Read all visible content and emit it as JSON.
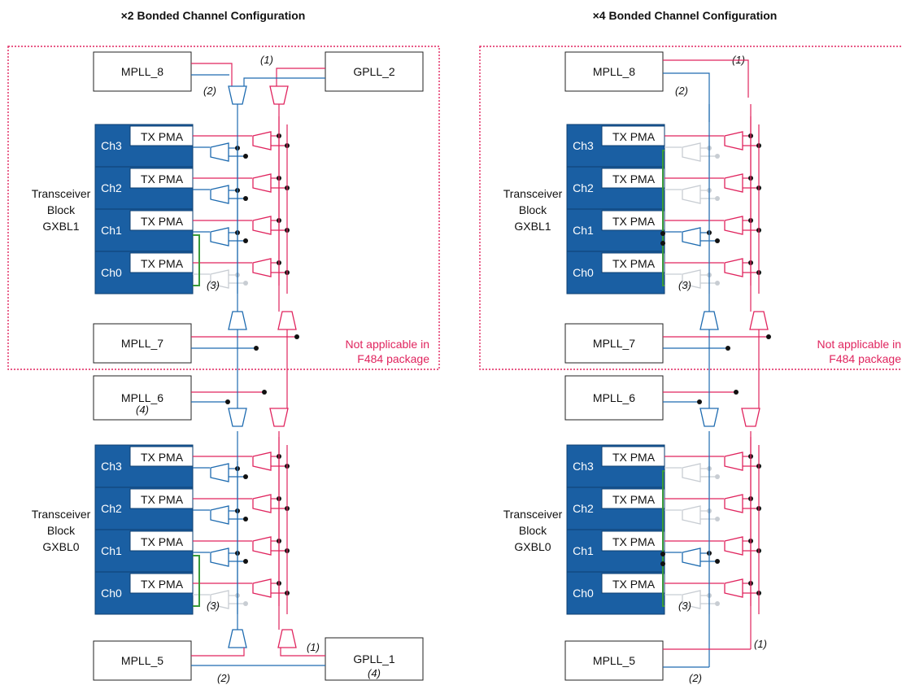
{
  "panels": [
    {
      "title": "×2 Bonded Channel Configuration",
      "boxes": {
        "top_left": "MPLL_8",
        "top_right": "GPLL_2",
        "mid": "MPLL_7",
        "mid2": "MPLL_6",
        "mid2_note": "(4)",
        "bot_left": "MPLL_5",
        "bot_right": "GPLL_1",
        "bot_right_note": "(4)"
      },
      "notes": {
        "n1_top": "(1)",
        "n2_top": "(2)",
        "n1_bot": "(1)",
        "n2_bot": "(2)",
        "n3": "(3)"
      },
      "not_applicable": [
        "Not applicable in",
        "F484 package"
      ],
      "blocks": [
        {
          "name": [
            "Transceiver",
            "Block",
            "GXBL1"
          ],
          "channels": [
            "Ch3",
            "Ch2",
            "Ch1",
            "Ch0"
          ],
          "pma": "TX PMA"
        },
        {
          "name": [
            "Transceiver",
            "Block",
            "GXBL0"
          ],
          "channels": [
            "Ch3",
            "Ch2",
            "Ch1",
            "Ch0"
          ],
          "pma": "TX PMA"
        }
      ]
    },
    {
      "title": "×4 Bonded Channel Configuration",
      "boxes": {
        "top_left": "MPLL_8",
        "mid": "MPLL_7",
        "mid2": "MPLL_6",
        "bot_left": "MPLL_5"
      },
      "notes": {
        "n1_top": "(1)",
        "n2_top": "(2)",
        "n1_bot": "(1)",
        "n2_bot": "(2)",
        "n3": "(3)"
      },
      "not_applicable": [
        "Not applicable in",
        "F484 package"
      ],
      "blocks": [
        {
          "name": [
            "Transceiver",
            "Block",
            "GXBL1"
          ],
          "channels": [
            "Ch3",
            "Ch2",
            "Ch1",
            "Ch0"
          ],
          "pma": "TX PMA"
        },
        {
          "name": [
            "Transceiver",
            "Block",
            "GXBL0"
          ],
          "channels": [
            "Ch3",
            "Ch2",
            "Ch1",
            "Ch0"
          ],
          "pma": "TX PMA"
        }
      ]
    }
  ],
  "colors": {
    "blue_block": "#1a5fa3",
    "blue_line": "#1e6bb0",
    "pink": "#e0245e",
    "green": "#3a9a3a",
    "grey": "#c8cdd3",
    "dot": "#111111"
  }
}
